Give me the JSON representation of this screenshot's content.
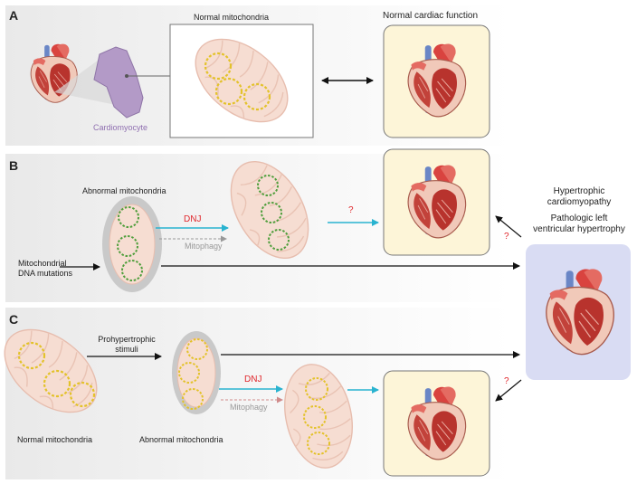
{
  "panels": {
    "a": {
      "letter": "A",
      "normal_mito_label": "Normal mitochondria",
      "cardiomyocyte_label": "Cardiomyocyte",
      "normal_function_label": "Normal cardiac function"
    },
    "b": {
      "letter": "B",
      "abnormal_mito_label": "Abnormal mitochondria",
      "dnj_label": "DNJ",
      "mitophagy_label": "Mitophagy",
      "question_label": "?",
      "mutations_label_line1": "Mitochondrial",
      "mutations_label_line2": "DNA mutations"
    },
    "c": {
      "letter": "C",
      "stimuli_label_line1": "Prohypertrophic",
      "stimuli_label_line2": "stimuli",
      "normal_mito_label": "Normal mitochondria",
      "abnormal_mito_label": "Abnormal mitochondria",
      "dnj_label": "DNJ",
      "mitophagy_label": "Mitophagy"
    }
  },
  "outcome": {
    "line1": "Hypertrophic",
    "line2": "cardiomyopathy",
    "line3": "Pathologic left",
    "line4": "ventricular hypertrophy",
    "question_upper": "?",
    "question_lower": "?"
  },
  "colors": {
    "dnj_arrow": "#29b3d0",
    "dnj_text": "#e0262b",
    "question": "#e0262b",
    "normal_mito_fill": "#f6ddd2",
    "abnormal_mito_halo": "#c9c9c9",
    "healthy_cristae": "#e3c22a",
    "damaged_cristae": "#4f9e3c",
    "heart_box_fill": "#fdf5d8",
    "hypertrophy_box_fill": "#d9dcf3",
    "cardiomyocyte": "#b39ac7"
  }
}
